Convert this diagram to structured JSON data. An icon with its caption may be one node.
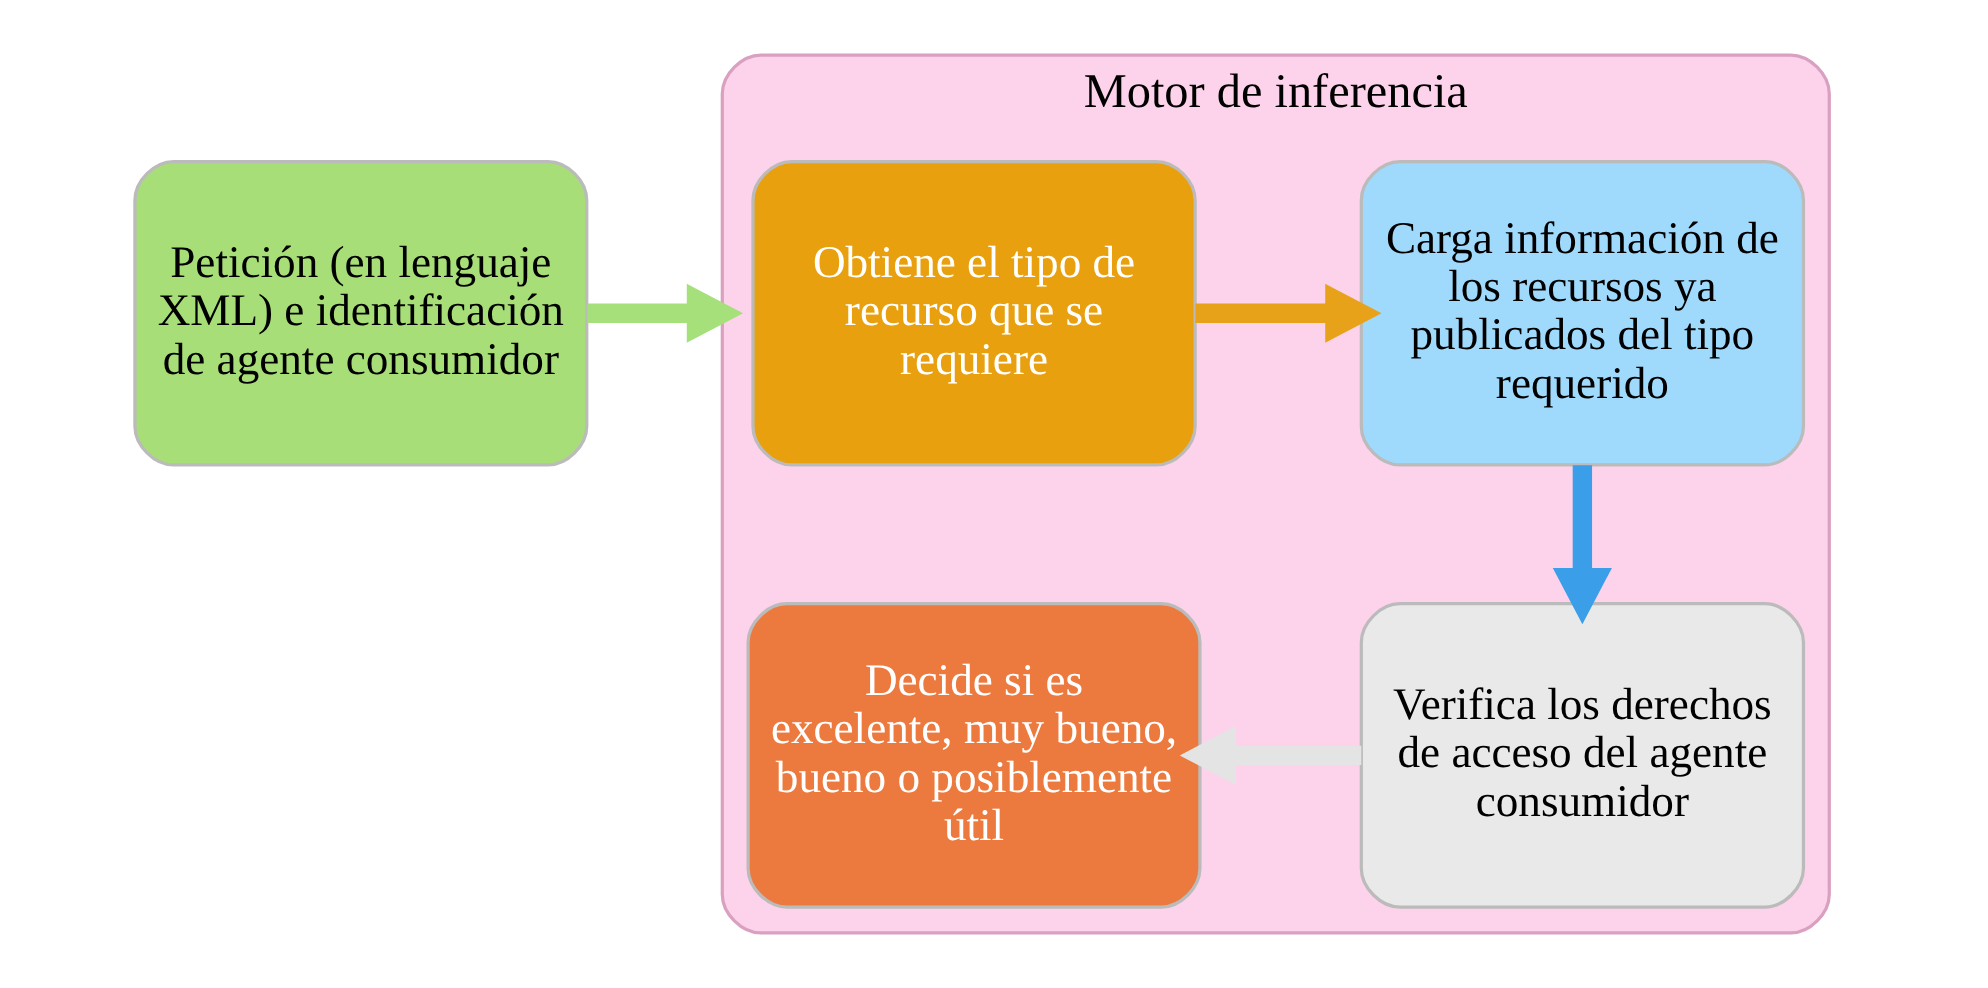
{
  "diagram": {
    "nodes": [
      {
        "text": [
          "Petición (en lenguaje XML) e identificación de agente consumidor"
        ]
      },
      {
        "text": [
          "Motor de inferencia"
        ]
      },
      {
        "text": [
          "Obtiene el tipo de recurso que se requiere"
        ],
        "in": 1
      },
      {
        "text": [
          "Carga información de los recursos ya publicados del tipo requerido"
        ],
        "in": 1
      },
      {
        "text": [
          "Verifica los derechos de acceso del agente consumidor"
        ],
        "in": 1
      },
      {
        "text": [
          "Decide si es excelente, muy bueno, bueno o posiblemente útil"
        ],
        "in": 1
      }
    ],
    "edges": [
      {
        "from": 0,
        "to": 1,
        "arrow": "to",
        "color": "#a6e07a"
      },
      {
        "from": 2,
        "to": 3,
        "arrow": "to",
        "color": "#e8a21a"
      },
      {
        "from": 3,
        "to": 4,
        "arrow": "to",
        "color": "#3a9ee8"
      },
      {
        "from": 4,
        "to": 5,
        "arrow": "to",
        "color": "#e4e4e4"
      }
    ]
  }
}
